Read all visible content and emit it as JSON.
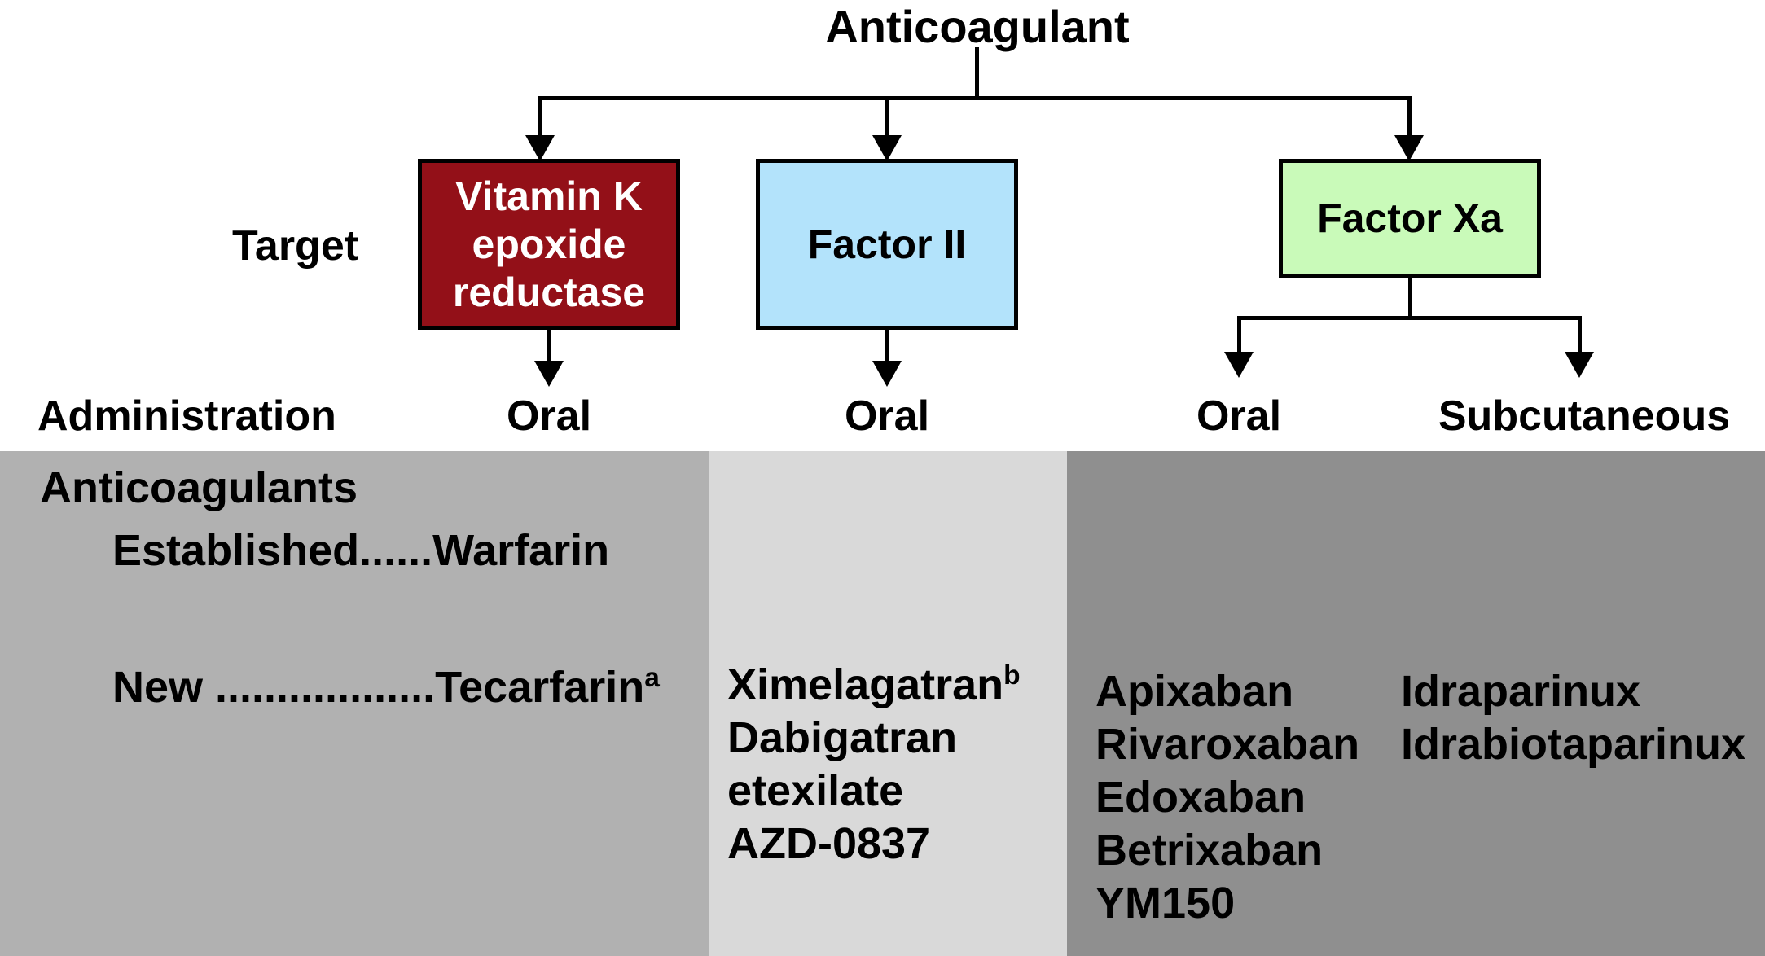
{
  "diagram": {
    "title": "Anticoagulant",
    "row_labels": {
      "target": "Target",
      "administration": "Administration"
    },
    "targets": [
      {
        "label": "Vitamin K epoxide reductase",
        "fill": "#931018",
        "text_color": "#ffffff"
      },
      {
        "label": "Factor II",
        "fill": "#B3E3FB",
        "text_color": "#000000"
      },
      {
        "label": "Factor Xa",
        "fill": "#C9FAB9",
        "text_color": "#000000"
      }
    ],
    "administration_labels": [
      "Oral",
      "Oral",
      "Oral",
      "Subcutaneous"
    ],
    "panels": {
      "left": {
        "bg": "#B1B1B1",
        "heading": "Anticoagulants",
        "established_prefix": "Established......",
        "established_value": "Warfarin",
        "new_prefix": "New ..................",
        "new_value": "Tecarfarin",
        "new_superscript": "a"
      },
      "middle": {
        "bg": "#D9D9D9",
        "items": [
          {
            "text": "Ximelagatran",
            "superscript": "b"
          },
          {
            "text": "Dabigatran",
            "superscript": ""
          },
          {
            "text": "etexilate",
            "superscript": ""
          },
          {
            "text": "AZD-0837",
            "superscript": ""
          }
        ]
      },
      "right": {
        "bg": "#8F8F8F",
        "column1": [
          "Apixaban",
          "Rivaroxaban",
          "Edoxaban",
          "Betrixaban",
          "YM150"
        ],
        "column2": [
          "Idraparinux",
          "Idrabiotaparinux"
        ]
      }
    }
  }
}
